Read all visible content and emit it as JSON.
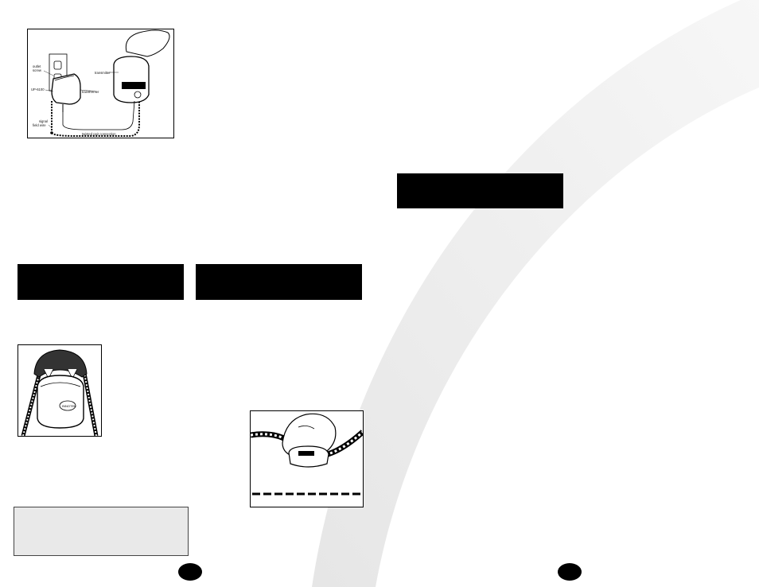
{
  "wiring_diagram": {
    "labels": {
      "outlet_screw": "outlet\nscrew",
      "unit": "UP-6100",
      "transformer": "transformer",
      "transmitter": "transmitter",
      "signal_field_wire": "signal\nfield wire",
      "twisted_pair": "twisted pair connection"
    }
  },
  "colors": {
    "bar": "#000000",
    "note_box": "#e9e9e9",
    "arc": "#eeeeee"
  }
}
